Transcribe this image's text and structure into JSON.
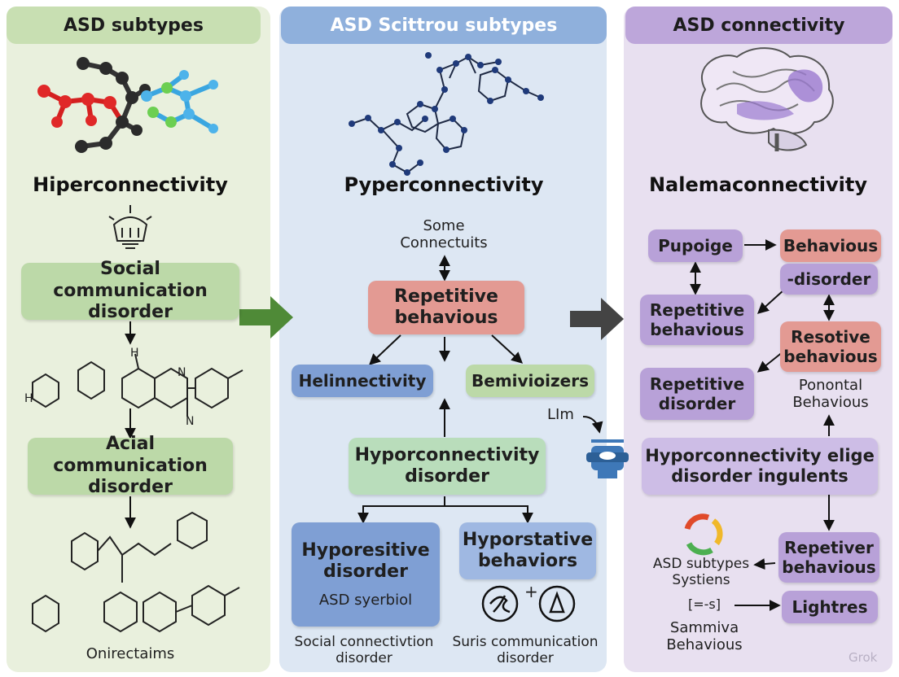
{
  "panels": [
    {
      "title": "ASD subtypes"
    },
    {
      "title": "ASD Scittrou subtypes"
    },
    {
      "title": "ASD connectivity"
    }
  ],
  "left": {
    "heading": "Hiperconnectivity",
    "box1": "Social communication disorder",
    "box2": "Acial communication disorder",
    "chem_label_n": "N",
    "chem_label_h": "H",
    "chem_label_n2": "N",
    "chem_label_h2": "H",
    "caption": "Onirectaims"
  },
  "middle": {
    "heading": "Pyperconnectivity",
    "note": "Some Connectuits",
    "box_repetitive": "Repetitive behavious",
    "box_helin": "Helinnectivity",
    "box_bemi": "Bemivioizers",
    "box_hypor": "Hyporconnectivity disorder",
    "box_hypores_title": "Hyporesitive disorder",
    "box_hypores_sub": "ASD syerbiol",
    "box_hyporst": "Hyporstative behaviors",
    "caption_left": "Social connectivtion disorder",
    "caption_right": "Suris communication disorder",
    "plus": "+",
    "lim": "LIm"
  },
  "right": {
    "heading": "Nalemaconnectivity",
    "pupoige": "Pupoige",
    "behavious": "Behavious",
    "disorder": "-disorder",
    "rep1": "Repetitive behavious",
    "resotive": "Resotive behavious",
    "rep2": "Repetitive disorder",
    "ponontal": "Ponontal Behavious",
    "hypor": "Hyporconnectivity elige disorder ingulents",
    "repetiver": "Repetiver behavious",
    "asd_text": "ASD subtypes Systiens",
    "bracket": "[=-s]",
    "lightres": "Lightres",
    "sammiva": "Sammiva Behavious",
    "watermark": "Grok"
  },
  "colors": {
    "arrow_green": "#4f8a37",
    "arrow_gray": "#444444"
  }
}
